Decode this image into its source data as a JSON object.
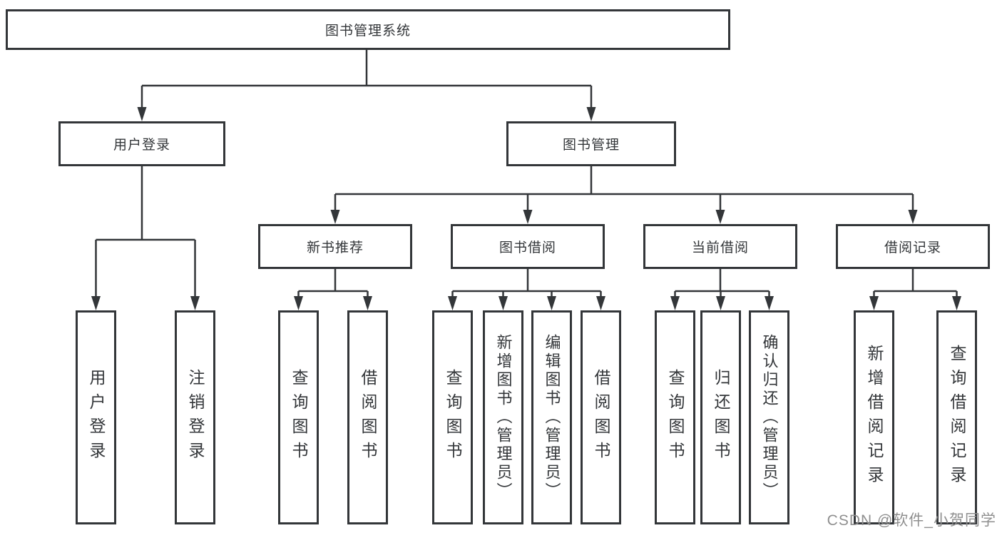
{
  "diagram": {
    "root": "图书管理系统",
    "branches": {
      "user_login": "用户登录",
      "book_mgmt": "图书管理"
    },
    "modules": {
      "new_book_rec": "新书推荐",
      "book_borrow": "图书借阅",
      "current_borrow": "当前借阅",
      "borrow_records": "借阅记录"
    },
    "leaves": {
      "user_login": "用户登录",
      "logout": "注销登录",
      "rec_query_books": "查询图书",
      "rec_borrow_books": "借阅图书",
      "bb_query_books": "查询图书",
      "bb_add_books": "新增图书（管理员）",
      "bb_edit_books": "编辑图书（管理员）",
      "bb_borrow_books": "借阅图书",
      "cb_query_books": "查询图书",
      "cb_return_books": "归还图书",
      "cb_confirm_return": "确认归还（管理员）",
      "br_add_record": "新增借阅记录",
      "br_query_record": "查询借阅记录"
    }
  },
  "watermark": "CSDN @软件_小贺同学",
  "colors": {
    "line": "#333639",
    "text": "#333639",
    "watermark": "#8f8f8f"
  }
}
